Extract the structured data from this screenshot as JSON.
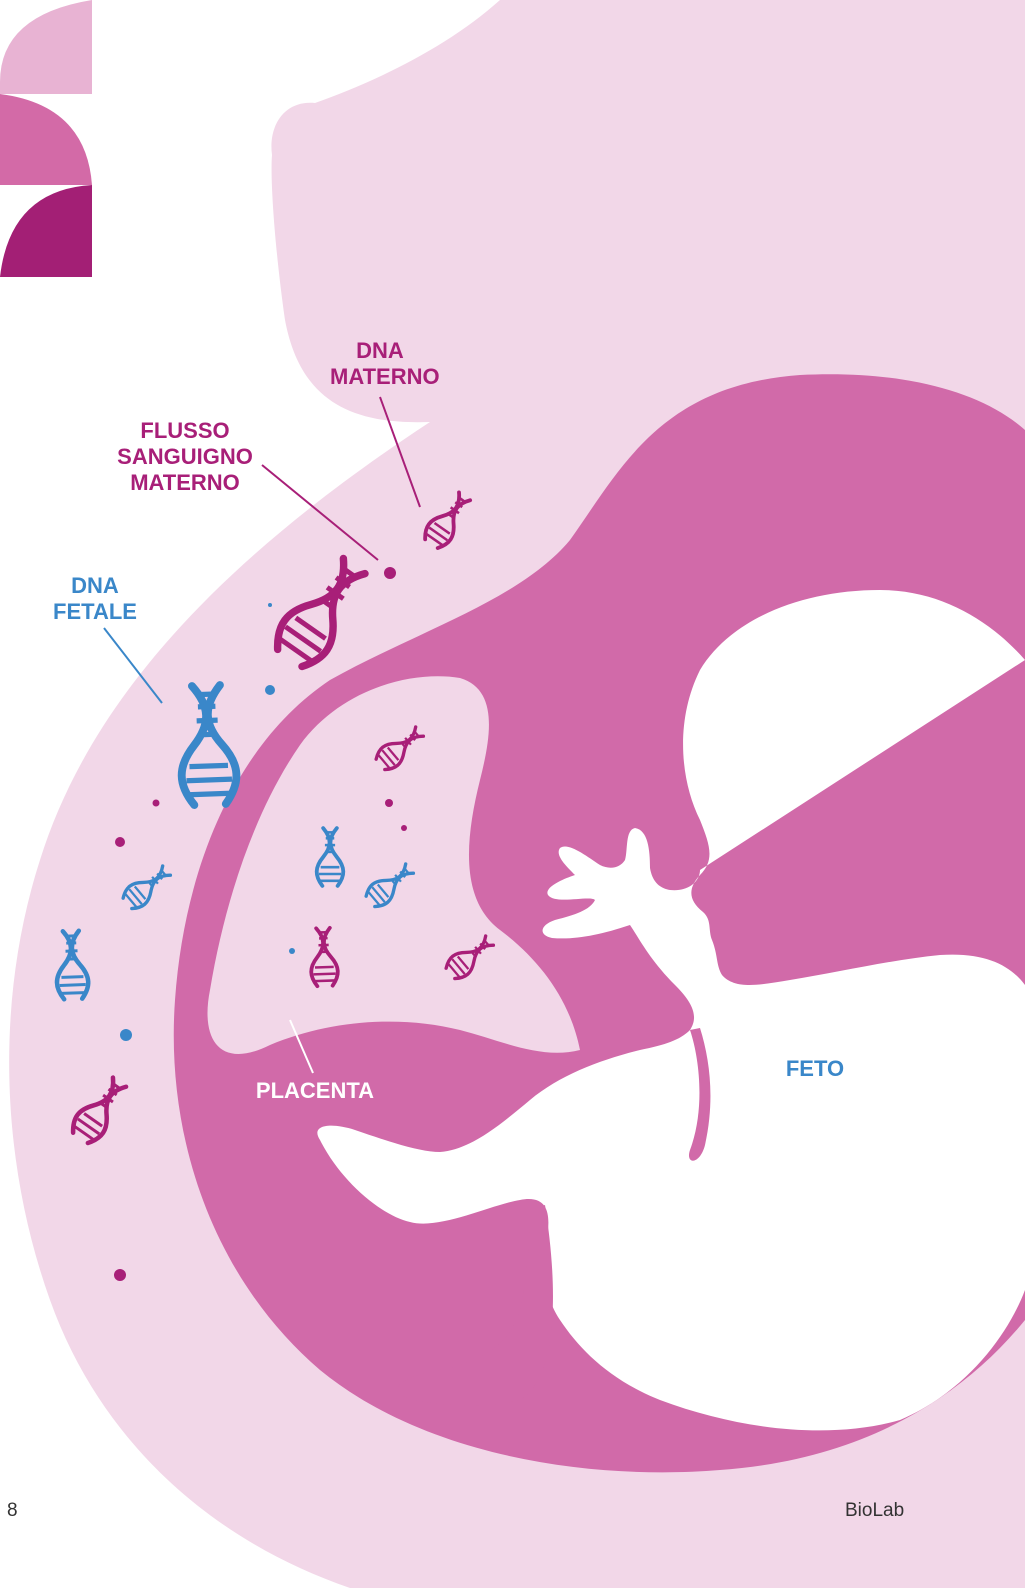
{
  "colors": {
    "background": "#ffffff",
    "light_pink": "#f2d7e8",
    "medium_pink": "#d16aa9",
    "magenta": "#a81f78",
    "fetal_blue": "#3a87c9",
    "white": "#ffffff",
    "deco_top": "#e8b3d3",
    "deco_mid": "#d36aa7",
    "deco_bottom": "#a31f75"
  },
  "icons": {
    "dna": "dna-helix-icon",
    "particle": "dot-icon"
  },
  "labels": {
    "dna_materno": "DNA\nMATERNO",
    "flusso": "FLUSSO\nSANGUIGNO\nMATERNO",
    "dna_fetale": "DNA\nFETALE",
    "placenta": "PLACENTA",
    "feto": "FETO"
  },
  "footer": {
    "page_number": "8",
    "brand": "BioLab"
  }
}
